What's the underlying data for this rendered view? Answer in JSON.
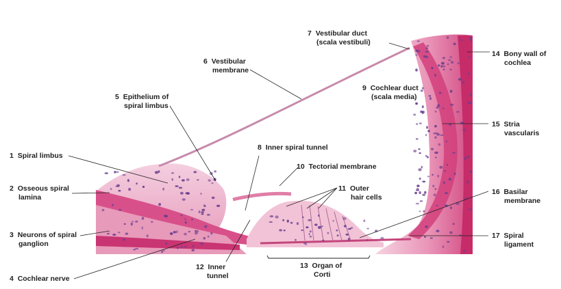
{
  "figure": {
    "colors": {
      "tissue_light": "#f3c8d8",
      "tissue_mid": "#e58fb2",
      "tissue_dark": "#c7336f",
      "nuclei": "#6b3f8f",
      "leader_lines": "#222222"
    },
    "labels": [
      {
        "id": "label-1",
        "num": "1",
        "lines": [
          "Spiral limbus"
        ]
      },
      {
        "id": "label-2",
        "num": "2",
        "lines": [
          "Osseous spiral",
          "lamina"
        ]
      },
      {
        "id": "label-3",
        "num": "3",
        "lines": [
          "Neurons of spiral",
          "ganglion"
        ]
      },
      {
        "id": "label-4",
        "num": "4",
        "lines": [
          "Cochlear nerve"
        ]
      },
      {
        "id": "label-5",
        "num": "5",
        "lines": [
          "Epithelium of",
          "spiral limbus"
        ]
      },
      {
        "id": "label-6",
        "num": "6",
        "lines": [
          "Vestibular",
          "membrane"
        ]
      },
      {
        "id": "label-7",
        "num": "7",
        "lines": [
          "Vestibular duct",
          "(scala vestibuli)"
        ]
      },
      {
        "id": "label-8",
        "num": "8",
        "lines": [
          "Inner spiral tunnel"
        ]
      },
      {
        "id": "label-9",
        "num": "9",
        "lines": [
          "Cochlear duct",
          "(scala media)"
        ]
      },
      {
        "id": "label-10",
        "num": "10",
        "lines": [
          "Tectorial membrane"
        ]
      },
      {
        "id": "label-11",
        "num": "11",
        "lines": [
          "Outer",
          "hair cells"
        ]
      },
      {
        "id": "label-12",
        "num": "12",
        "lines": [
          "Inner",
          "tunnel"
        ]
      },
      {
        "id": "label-13",
        "num": "13",
        "lines": [
          "Organ of",
          "Corti"
        ]
      },
      {
        "id": "label-14",
        "num": "14",
        "lines": [
          "Bony wall of",
          "cochlea"
        ]
      },
      {
        "id": "label-15",
        "num": "15",
        "lines": [
          "Stria",
          "vascularis"
        ]
      },
      {
        "id": "label-16",
        "num": "16",
        "lines": [
          "Basilar",
          "membrane"
        ]
      },
      {
        "id": "label-17",
        "num": "17",
        "lines": [
          "Spiral",
          "ligament"
        ]
      }
    ]
  }
}
